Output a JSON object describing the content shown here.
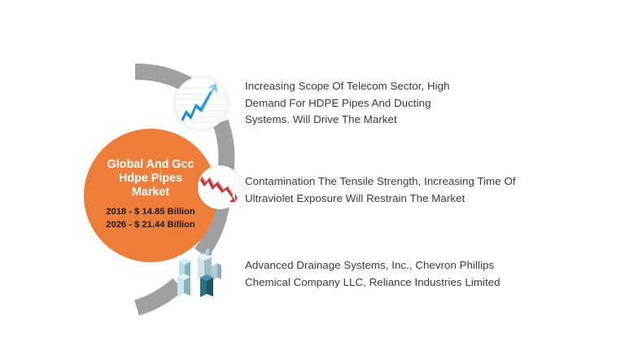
{
  "theme": {
    "orange": "#ee7d3a",
    "arc_gray": "#a0a0a0",
    "text_gray": "#3a3a3a",
    "stat_text": "#1d1d1d",
    "background": "#ffffff",
    "growth_arrow": "#29a9e1",
    "decline_arrow": "#d92b28",
    "building_teal": "#7fb6bd"
  },
  "center": {
    "title_line_1": "Global And Gcc",
    "title_line_2": "Hdpe Pipes",
    "title_line_3": "Market",
    "stat_1": "2018 - $ 14.85 Billion",
    "stat_2": "2026 -  $ 21.44 Billion"
  },
  "icons": {
    "growth": "growth-chart-icon",
    "decline": "decline-chart-icon",
    "buildings": "buildings-icon"
  },
  "segments": [
    {
      "id": "drivers",
      "icon": "growth-chart-icon",
      "lines": [
        "Increasing Scope Of Telecom Sector, High",
        "Demand For HDPE Pipes And Ducting",
        "Systems. Will Drive The Market"
      ]
    },
    {
      "id": "restraints",
      "icon": "decline-chart-icon",
      "lines": [
        "Contamination The Tensile Strength, Increasing Time Of",
        "Ultraviolet Exposure Will Restrain The Market"
      ]
    },
    {
      "id": "key-players",
      "icon": "buildings-icon",
      "lines": [
        "Advanced Drainage Systems, Inc., Chevron Phillips",
        "Chemical Company LLC, Reliance Industries Limited"
      ]
    }
  ]
}
